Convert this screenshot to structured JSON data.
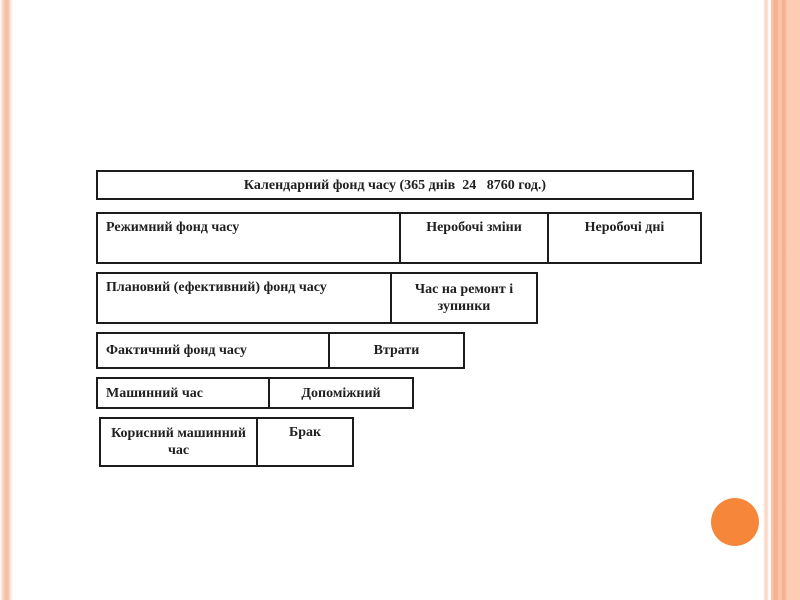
{
  "slide": {
    "colors": {
      "accent_circle": "#f6873a",
      "border": "#1c1c1c",
      "text": "#1f1f1f",
      "stripe_salmon": "#f4c2a8",
      "stripe_band_light": "#fdccb2",
      "stripe_band_dark": "#f6b190"
    }
  },
  "diagram": {
    "rows": [
      {
        "cells": [
          {
            "label": "Календарний фонд часу (365 днів  24   8760 год.)"
          }
        ]
      },
      {
        "cells": [
          {
            "label": "Режимний фонд часу"
          },
          {
            "label": "Неробочі зміни"
          },
          {
            "label": "Неробочі дні"
          }
        ]
      },
      {
        "cells": [
          {
            "label": "Плановий (ефективний) фонд часу"
          },
          {
            "label": "Час на ремонт і зупинки"
          }
        ]
      },
      {
        "cells": [
          {
            "label": "Фактичний фонд часу"
          },
          {
            "label": "Втрати"
          }
        ]
      },
      {
        "cells": [
          {
            "label": "Машинний час"
          },
          {
            "label": "Допоміжний"
          }
        ]
      },
      {
        "cells": [
          {
            "label": "Корисний машинний час"
          },
          {
            "label": "Брак"
          }
        ]
      }
    ]
  }
}
